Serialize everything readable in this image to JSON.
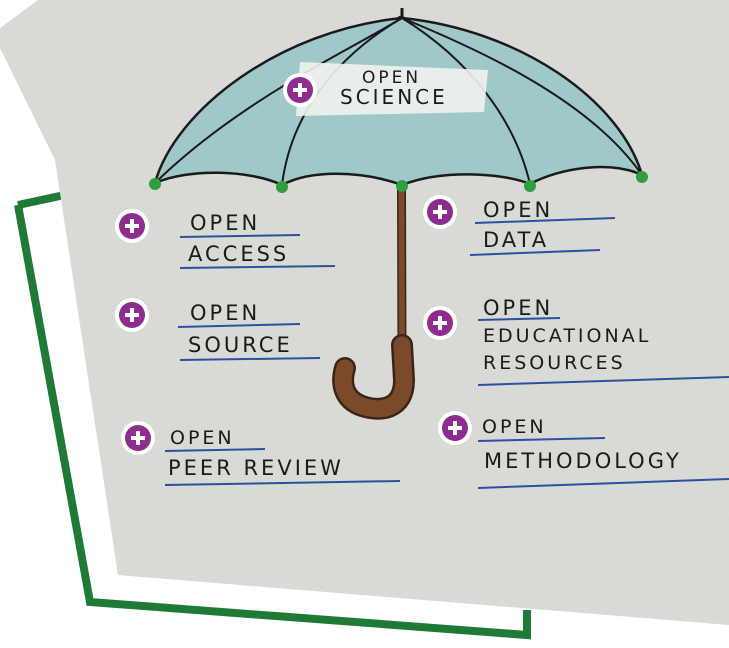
{
  "colors": {
    "frame": "#1e7a34",
    "paper": "#dcdcd8",
    "canopy": "#9ec9c8",
    "handle": "#7a4a2a",
    "tip": "#2f9e3e",
    "plus": "#8e2c8f",
    "underline": "#2e4fa0"
  },
  "center": {
    "icon": "plus-circle-icon",
    "line1": "OPEN",
    "line2": "SCIENCE"
  },
  "items": [
    {
      "id": "open-access",
      "icon": "plus-circle-icon",
      "line1": "OPEN",
      "line2": "ACCESS"
    },
    {
      "id": "open-data",
      "icon": "plus-circle-icon",
      "line1": "OPEN",
      "line2": "DATA"
    },
    {
      "id": "open-source",
      "icon": "plus-circle-icon",
      "line1": "OPEN",
      "line2": "SOURCE"
    },
    {
      "id": "open-educational-resources",
      "icon": "plus-circle-icon",
      "line1": "OPEN",
      "line2": "EDUCATIONAL",
      "line3": "RESOURCES"
    },
    {
      "id": "open-peer-review",
      "icon": "plus-circle-icon",
      "line1": "OPEN",
      "line2": "PEER REVIEW"
    },
    {
      "id": "open-methodology",
      "icon": "plus-circle-icon",
      "line1": "OPEN",
      "line2": "METHODOLOGY"
    }
  ]
}
